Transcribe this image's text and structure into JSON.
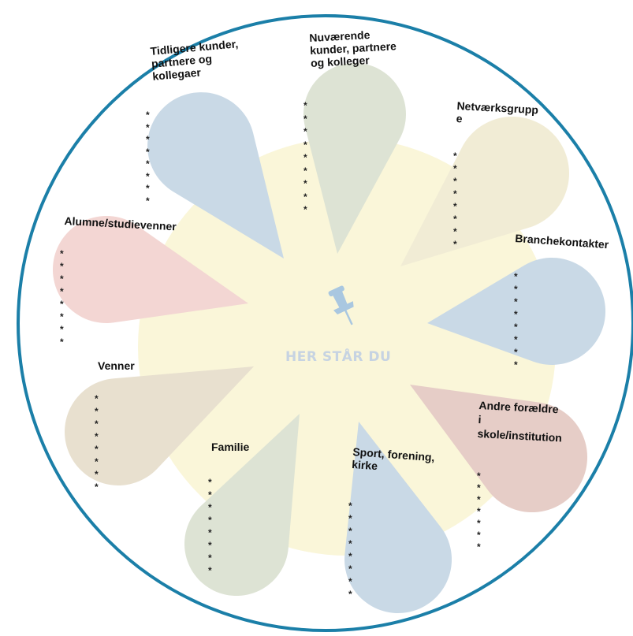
{
  "colors": {
    "ring": "#1b7fa8",
    "center_fill": "#faf6d9",
    "blue": "#c9d9e6",
    "green": "#dde3d4",
    "cream": "#f1ecd5",
    "pink": "#f3d6d3",
    "tan": "#e8e0cf",
    "rose": "#e6cdc7",
    "pin": "#a9c7e0",
    "center_text": "#c6d3e2"
  },
  "center": {
    "icon": "pushpin-icon",
    "label": "HER STÅR DU"
  },
  "petals": [
    {
      "label": "Tidligere kunder,\npartnere og\nkollegaer"
    },
    {
      "label": "Nuværende\nkunder, partnere\nog kolleger"
    },
    {
      "label": "Netværksgrupp\ne"
    },
    {
      "label": "Branchekontakter"
    },
    {
      "label": "Andre forældre\ni\nskole/institution"
    },
    {
      "label": "Sport, forening,\nkirke"
    },
    {
      "label": "Familie"
    },
    {
      "label": "Venner"
    },
    {
      "label": "Alumne/studievenner"
    }
  ],
  "bullet_mark": "*"
}
